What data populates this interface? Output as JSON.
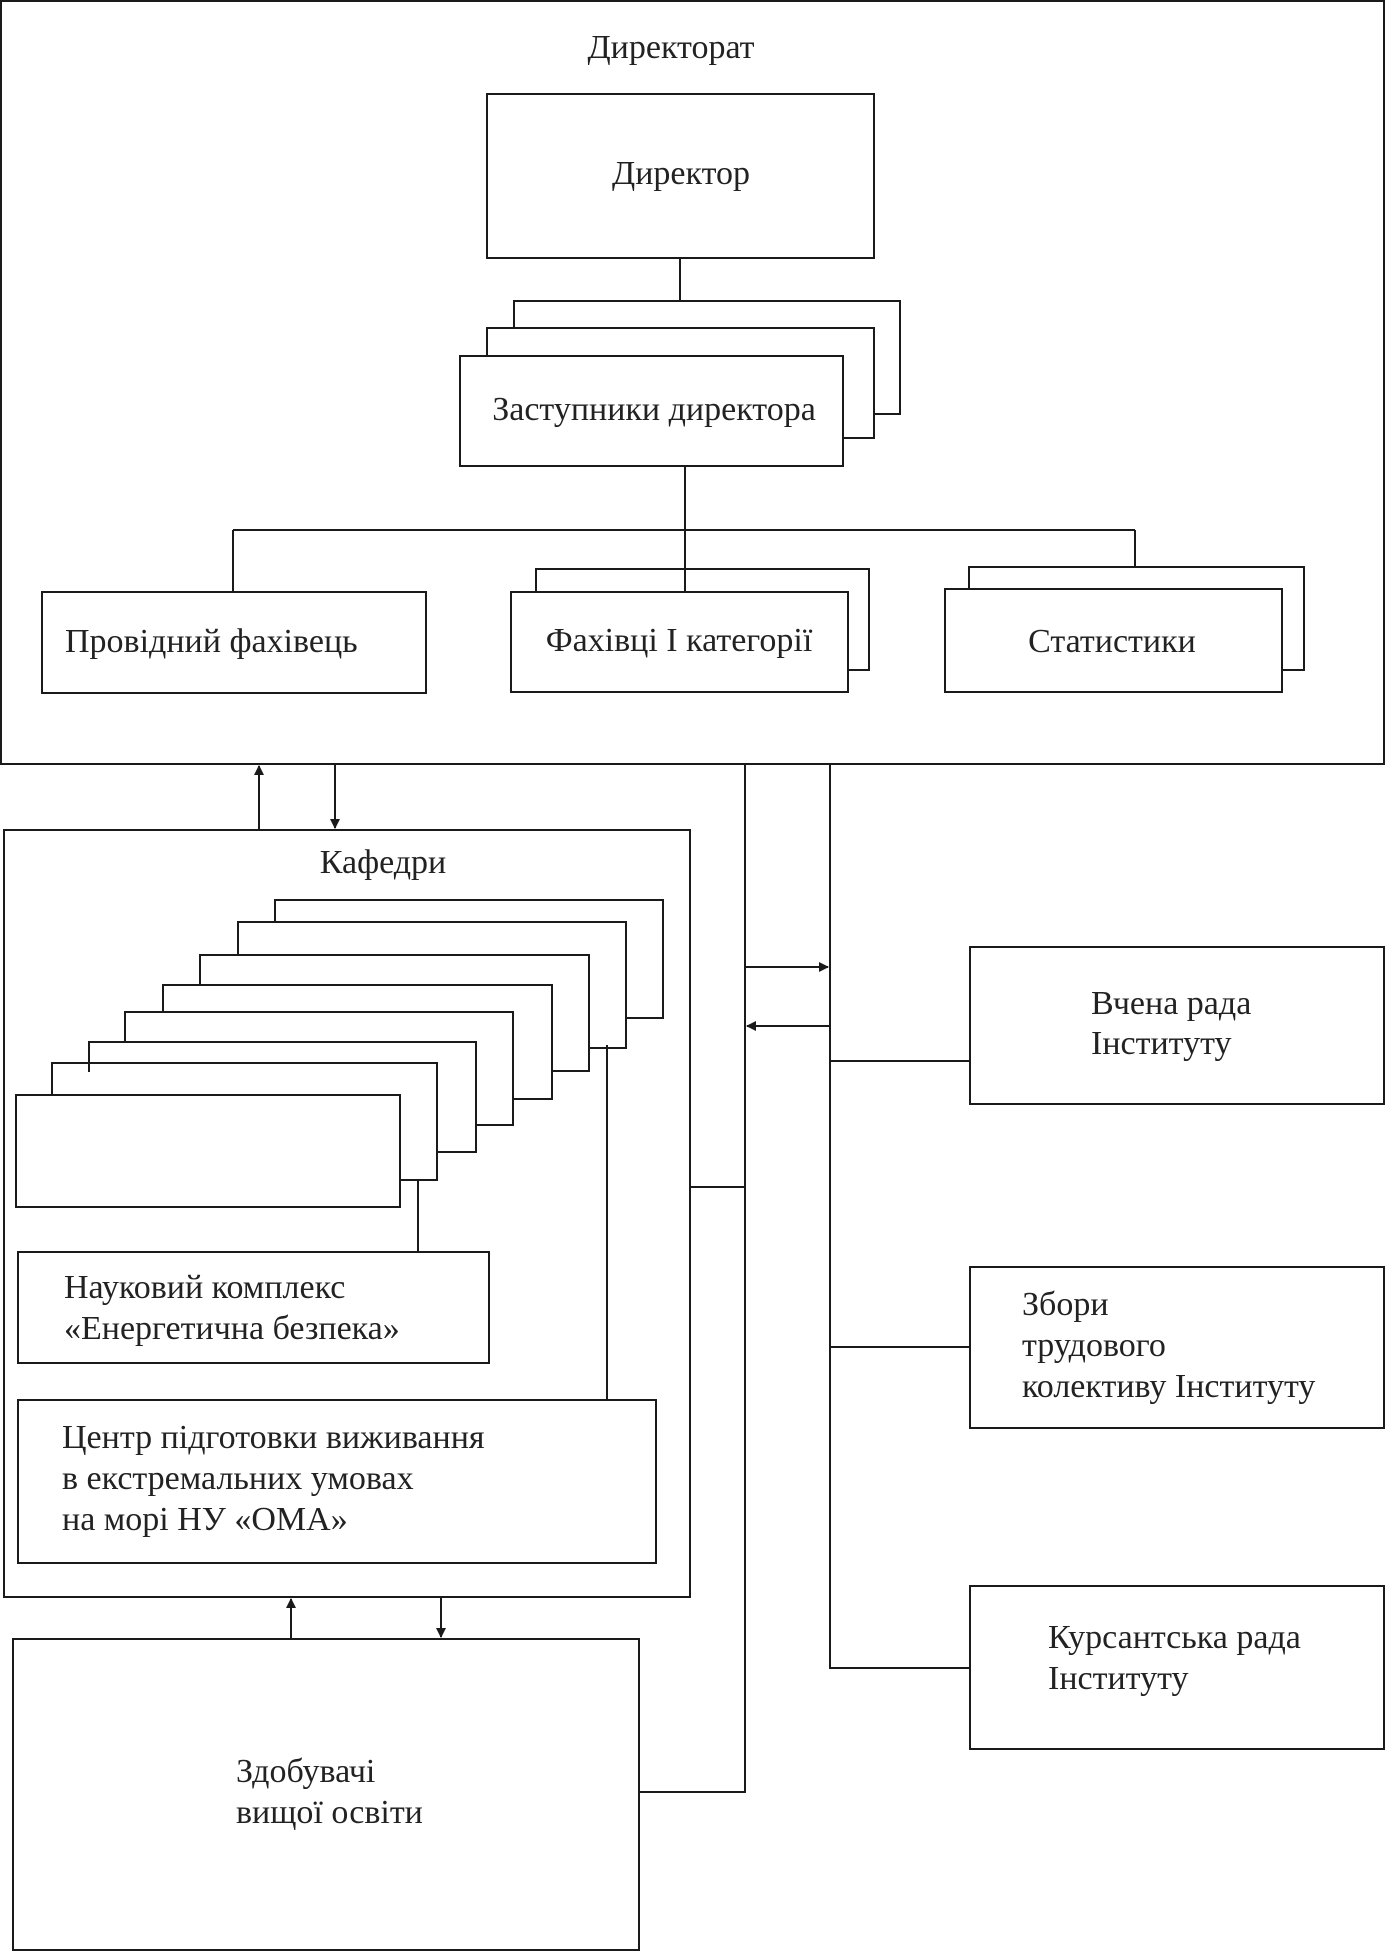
{
  "directorate": {
    "title": "Директорат",
    "director": "Директор",
    "deputies": "Заступники директора",
    "lead_specialist": "Провідний фахівець",
    "specialists_cat1": "Фахівці І категорії",
    "statisticians": "Статистики"
  },
  "departments": {
    "title": "Кафедри",
    "research_complex": [
      "Науковий комплекс",
      "«Енергетична безпека»"
    ],
    "survival_center": [
      "Центр підготовки виживання",
      "в екстремальних умовах",
      "на морі НУ «ОМА»"
    ]
  },
  "students": [
    "Здобувачі",
    "вищої освіти"
  ],
  "academic_council": [
    "Вчена рада",
    "Інституту"
  ],
  "staff_meeting": [
    "Збори",
    "трудового",
    "колективу Інституту"
  ],
  "cadet_council": [
    "Курсантська рада",
    "Інституту"
  ],
  "colors": {
    "line": "#1a1a1a",
    "text": "#222222",
    "background": "#ffffff"
  }
}
